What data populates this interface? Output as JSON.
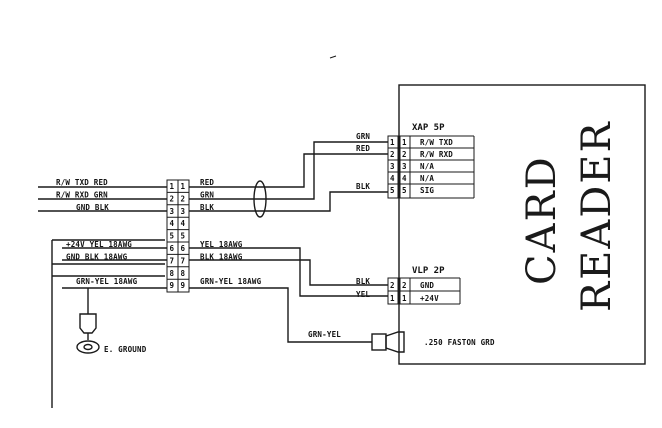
{
  "card_reader": {
    "line1": "CARD",
    "line2": "READER"
  },
  "xap": {
    "title": "XAP 5P",
    "pins": [
      {
        "a": "1",
        "b": "1",
        "name": "R/W TXD",
        "wire": "GRN"
      },
      {
        "a": "2",
        "b": "2",
        "name": "R/W RXD",
        "wire": "RED"
      },
      {
        "a": "3",
        "b": "3",
        "name": "N/A",
        "wire": ""
      },
      {
        "a": "4",
        "b": "4",
        "name": "N/A",
        "wire": ""
      },
      {
        "a": "5",
        "b": "5",
        "name": "SIG",
        "wire": "BLK"
      }
    ]
  },
  "vlp": {
    "title": "VLP 2P",
    "pins": [
      {
        "a": "2",
        "b": "2",
        "name": "GND",
        "wire": "BLK"
      },
      {
        "a": "1",
        "b": "1",
        "name": "+24V",
        "wire": "YEL"
      }
    ]
  },
  "center_connector": {
    "pins": [
      {
        "a": "1",
        "b": "1",
        "left": "R/W TXD RED",
        "right": "RED"
      },
      {
        "a": "2",
        "b": "2",
        "left": "R/W RXD GRN",
        "right": "GRN"
      },
      {
        "a": "3",
        "b": "3",
        "left": "GND BLK",
        "right": "BLK"
      },
      {
        "a": "4",
        "b": "4",
        "left": "",
        "right": ""
      },
      {
        "a": "5",
        "b": "5",
        "left": "",
        "right": ""
      },
      {
        "a": "6",
        "b": "6",
        "left": "+24V YEL 18AWG",
        "right": "YEL 18AWG"
      },
      {
        "a": "7",
        "b": "7",
        "left": "GND BLK 18AWG",
        "right": "BLK 18AWG"
      },
      {
        "a": "8",
        "b": "8",
        "left": "",
        "right": ""
      },
      {
        "a": "9",
        "b": "9",
        "left": "GRN-YEL 18AWG",
        "right": "GRN-YEL 18AWG"
      }
    ]
  },
  "ground": {
    "label": "E. GROUND"
  },
  "faston": {
    "wire": "GRN-YEL",
    "label": ".250 FASTON GRD"
  }
}
